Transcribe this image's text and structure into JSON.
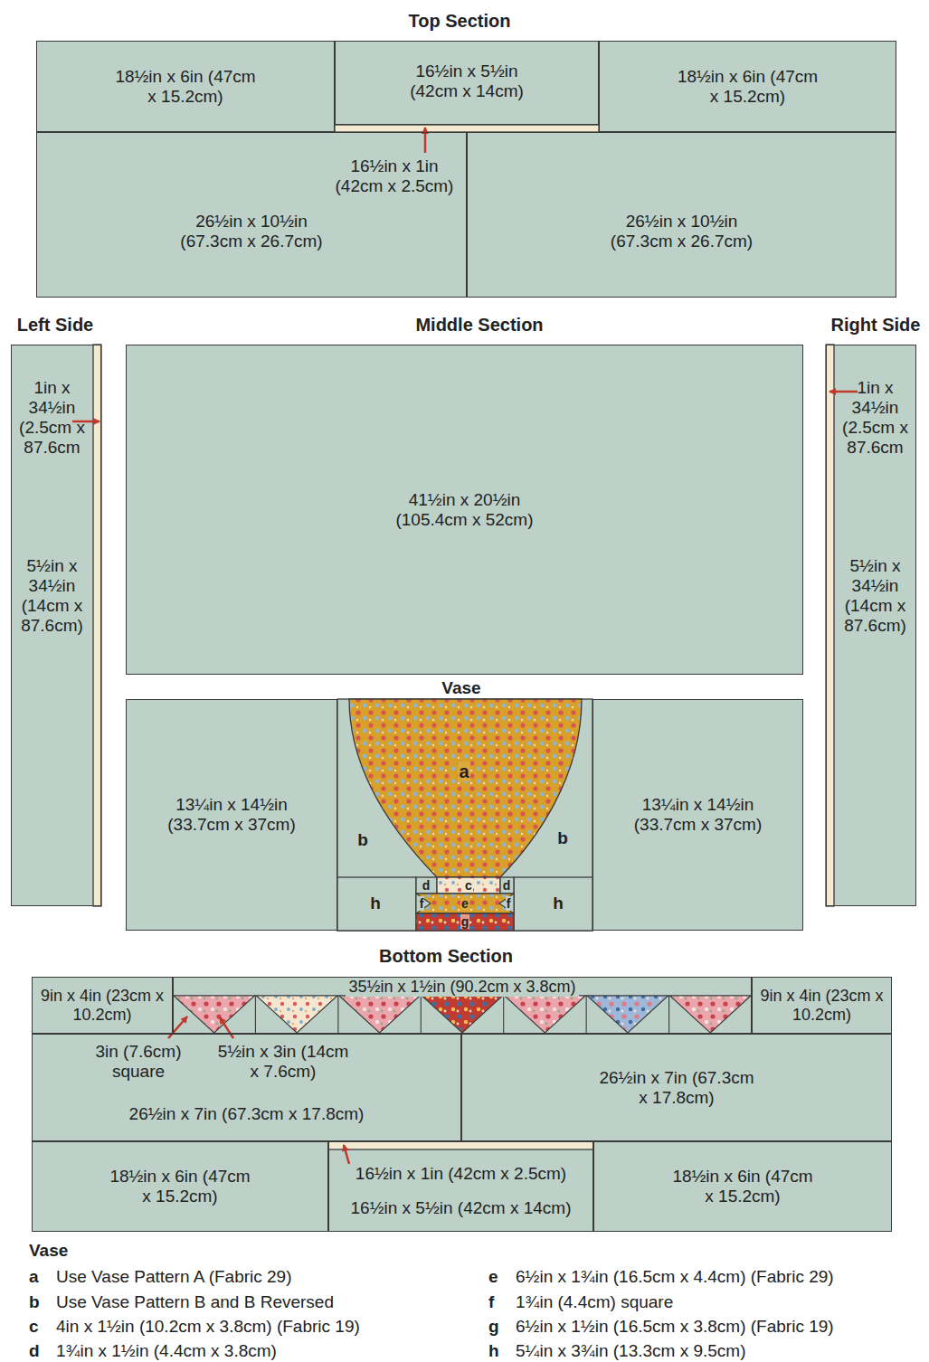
{
  "diagram": {
    "nodes": [
      {
        "text": [
          "18½in x 6in (47cm x 15.2cm)"
        ]
      },
      {
        "text": [
          "16½in x 5½in (42cm x 14cm)"
        ]
      },
      {
        "text": [
          "18½in x 6in (47cm x 15.2cm)"
        ]
      },
      {
        "text": [
          "26½in x 10½in (67.3cm x 26.7cm)"
        ]
      },
      {
        "text": [
          "26½in x 10½in (67.3cm x 26.7cm)"
        ]
      },
      {
        "text": [
          "1in x 34½in (2.5cm x 87.6cm",
          "5½in x 34½in (14cm x 87.6cm)"
        ]
      },
      {
        "text": [
          "41½in x 20½in (105.4cm x 52cm)"
        ]
      },
      {
        "text": [
          "13¼in x 14½in (33.7cm x 37cm)"
        ]
      },
      {
        "text": [
          "13¼in x 14½in (33.7cm x 37cm)"
        ]
      },
      {
        "text": [
          "1in x 34½in (2.5cm x 87.6cm",
          "5½in x 34½in (14cm x 87.6cm)"
        ]
      },
      {
        "text": [
          "9in x 4in (23cm x 10.2cm)"
        ]
      },
      {
        "text": [
          "35½in x 1½in (90.2cm x 3.8cm)"
        ]
      },
      {
        "text": [
          "9in x 4in (23cm x 10.2cm)"
        ]
      },
      {
        "text": [
          "26½in x 7in (67.3cm x 17.8cm)"
        ]
      },
      {
        "text": [
          "26½in x 7in (67.3cm x 17.8cm)"
        ]
      },
      {
        "text": [
          "18½in x 6in (47cm x 15.2cm)"
        ]
      },
      {
        "text": [
          "16½in x 1in (42cm x 2.5cm)",
          "16½in x 5½in (42cm x 14cm)"
        ]
      },
      {
        "text": [
          "18½in x 6in (47cm x 15.2cm)"
        ]
      }
    ],
    "labels": [
      "Top Section",
      "16½in x 1in (42cm x 2.5cm)",
      "Left Side",
      "Middle Section",
      "Right Side",
      "Vase",
      "a",
      "b",
      "b",
      "d",
      "c",
      "d",
      "h",
      "f",
      "e",
      "f",
      "h",
      "g",
      "Bottom Section",
      "3in (7.6cm) square",
      "5½in x 3in (14cm x 7.6cm)",
      "Vase",
      "a",
      "Use Vase Pattern A (Fabric 29)",
      "e",
      "6½in x 1¾in (16.5cm x 4.4cm) (Fabric 29)",
      "b",
      "Use Vase Pattern B and B Reversed",
      "f",
      "1¾in (4.4cm) square",
      "c",
      "4in x 1½in (10.2cm x 3.8cm) (Fabric 19)",
      "g",
      "6½in x 1½in (16.5cm x 3.8cm) (Fabric 19)",
      "d",
      "1¾in x 1½in (4.4cm x 3.8cm)",
      "h",
      "5¼in x 3¾in (13.3cm x 9.5cm)"
    ]
  }
}
